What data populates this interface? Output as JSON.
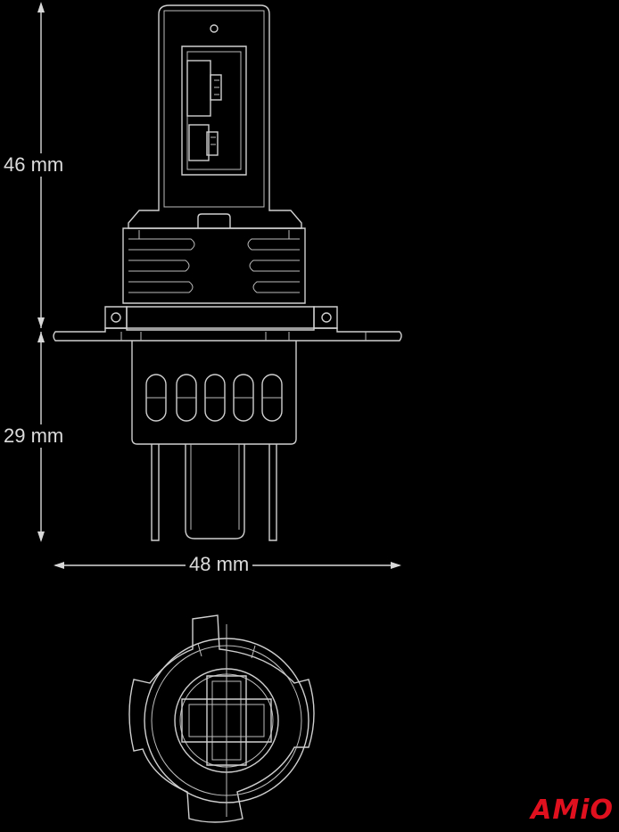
{
  "dimensions": {
    "upper_height": "46 mm",
    "lower_height": "29 mm",
    "width": "48 mm"
  },
  "brand": {
    "logo_text": "AMiO",
    "color": "#e0101e"
  },
  "colors": {
    "background": "#000000",
    "line": "#cfcfcf"
  }
}
